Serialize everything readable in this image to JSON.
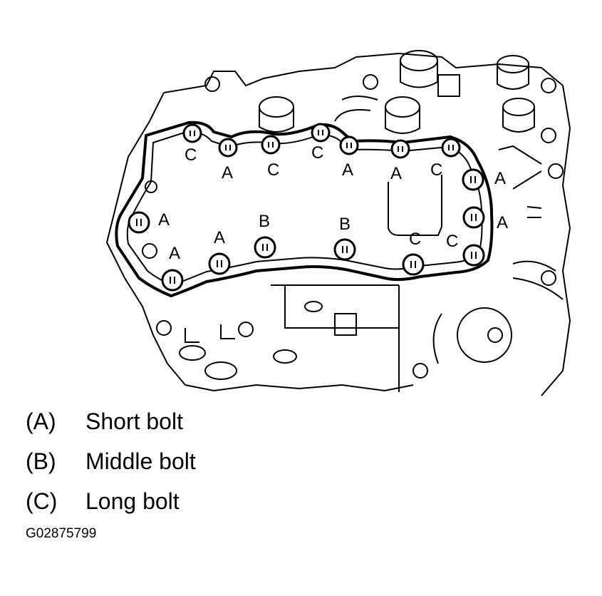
{
  "diagram": {
    "callouts": {
      "c1": "C",
      "c2": "A",
      "c3": "C",
      "c4": "C",
      "c5": "A",
      "c6": "A",
      "c7": "C",
      "c8": "A",
      "c9": "A",
      "c10": "A",
      "c11": "A",
      "c12": "A",
      "c13": "B",
      "c14": "B",
      "c15": "C",
      "c16": "C"
    }
  },
  "legend": {
    "items": [
      {
        "key": "(A)",
        "label": "Short bolt"
      },
      {
        "key": "(B)",
        "label": "Middle bolt"
      },
      {
        "key": "(C)",
        "label": "Long bolt"
      }
    ]
  },
  "figure_id": "G02875799"
}
